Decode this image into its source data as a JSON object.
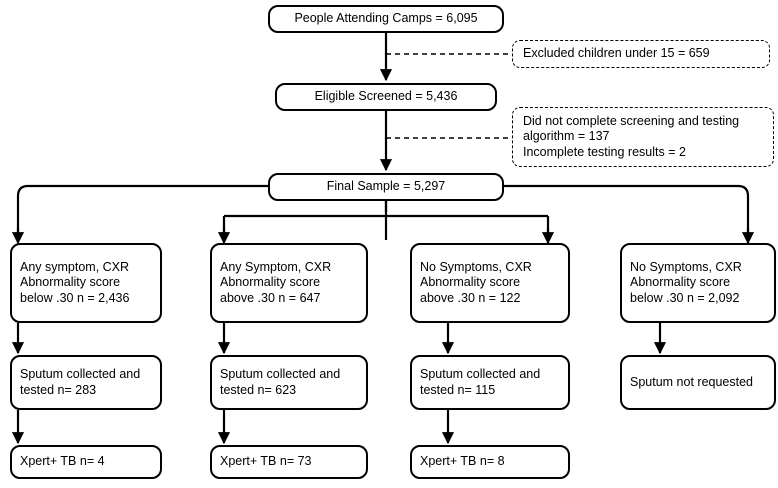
{
  "diagram": {
    "title": "TB screening cascade flowchart",
    "nodes": [
      {
        "id": "camps",
        "label": "People Attending Camps = 6,095"
      },
      {
        "id": "excluded",
        "label": "Excluded children under 15 = 659"
      },
      {
        "id": "eligible",
        "label": "Eligible Screened = 5,436"
      },
      {
        "id": "notcomplete",
        "label": "Did not complete screening and testing\nalgorithm = 137\nIncomplete testing results = 2"
      },
      {
        "id": "final",
        "label": "Final Sample = 5,297"
      },
      {
        "id": "grp1",
        "label": "Any symptom, CXR\nAbnormality score\nbelow .30 n = 2,436"
      },
      {
        "id": "grp2",
        "label": "Any Symptom, CXR\nAbnormality score\nabove .30 n = 647"
      },
      {
        "id": "grp3",
        "label": "No Symptoms, CXR\nAbnormality score\nabove .30 n = 122"
      },
      {
        "id": "grp4",
        "label": "No Symptoms, CXR\nAbnormality score\nbelow .30 n = 2,092"
      },
      {
        "id": "sput1",
        "label": "Sputum collected and\ntested n= 283"
      },
      {
        "id": "sput2",
        "label": "Sputum collected and\ntested n= 623"
      },
      {
        "id": "sput3",
        "label": "Sputum collected and\ntested n= 115"
      },
      {
        "id": "sput4",
        "label": "Sputum not requested"
      },
      {
        "id": "xpert1",
        "label": "Xpert+ TB n= 4"
      },
      {
        "id": "xpert2",
        "label": "Xpert+ TB n= 73"
      },
      {
        "id": "xpert3",
        "label": "Xpert+ TB n= 8"
      }
    ],
    "colors": {
      "stroke": "#000000",
      "fill": "#ffffff"
    }
  }
}
